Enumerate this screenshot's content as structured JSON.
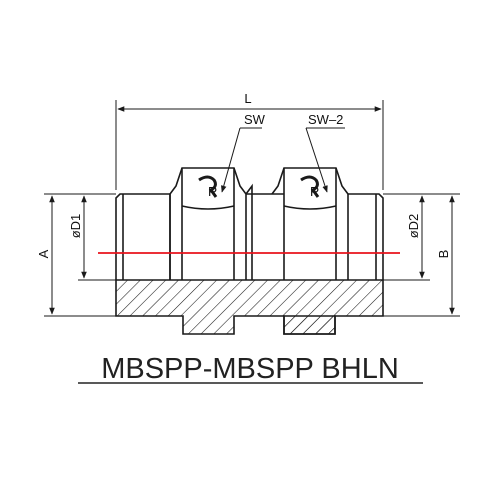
{
  "diagram": {
    "title": "MBSPP-MBSPP BHLN",
    "labels": {
      "length": "L",
      "wrench_1": "SW",
      "wrench_2": "SW–2",
      "dim_a": "A",
      "dim_d1": "øD1",
      "dim_d2": "øD2",
      "dim_b": "B",
      "logo_1": "R",
      "logo_2": "R"
    },
    "colors": {
      "line": "#1a1a1a",
      "centerline": "#e8131b",
      "background": "#ffffff"
    }
  }
}
